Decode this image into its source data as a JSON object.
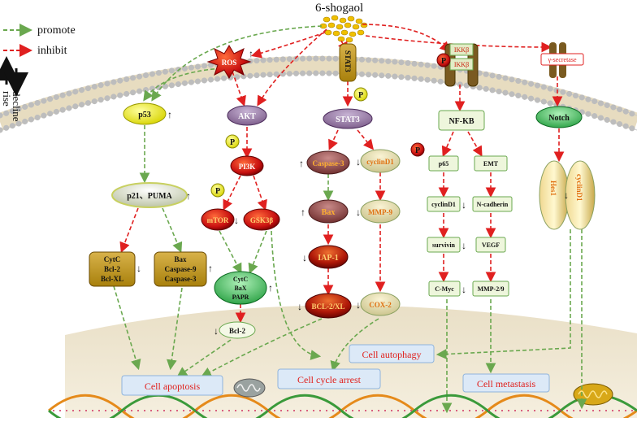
{
  "title": "6-shogaol",
  "legend": {
    "promote": "promote",
    "inhibit": "inhibit",
    "rise": "rise",
    "decline": "decline"
  },
  "colors": {
    "promote": "#6aa84f",
    "inhibit": "#e02020",
    "membrane": "#f2e7c9",
    "cytoplasm": "#e8dcc0",
    "gold": "#c29a1a",
    "output_border": "#8fb4dc",
    "output_fill": "#dce9f7",
    "output_text": "#e0201c"
  },
  "receptors": {
    "stat3": "STAT3",
    "ikk1": "IKKβ",
    "ikk2": "IKKβ",
    "gamma": "γ-secretase"
  },
  "nodes": {
    "ros": "ROS",
    "p53": "p53",
    "p21": "p21、PUMA",
    "cytc_group": [
      "CytC",
      "Bcl-2",
      "Bcl-XL"
    ],
    "bax_group": [
      "Bax",
      "Caspase-9",
      "Caspase-3"
    ],
    "akt": "AKT",
    "pi3k": "PI3K",
    "mtor": "mTOR",
    "gsk": "GSK3β",
    "cytc_bax_papr": [
      "CytC",
      "BaX",
      "PAPR"
    ],
    "bcl2": "Bcl-2",
    "stat3": "STAT3",
    "caspase3": "Caspase-3",
    "bax": "Bax",
    "iap": "IAP-1",
    "bclxl": "BCL-2/XL",
    "cyclind1_a": "cyclinD1",
    "mmp9": "MMP-9",
    "cox2": "COX-2",
    "nfkb": "NF-KB",
    "p65": "p65",
    "emt": "EMT",
    "cyclind1_b": "cyclinD1",
    "ncadherin": "N-cadherin",
    "survivin": "survivin",
    "vegf": "VEGF",
    "cmyc": "C-Myc",
    "mmp29": "MMP-2/9",
    "notch": "Notch",
    "hes1": "Hes1",
    "cyclind1_c": "cyclinD1",
    "p": "P"
  },
  "outcomes": {
    "apoptosis": "Cell apoptosis",
    "cycle_arrest": "Cell cycle arrest",
    "autophagy": "Cell autophagy",
    "metastasis": "Cell metastasis"
  }
}
